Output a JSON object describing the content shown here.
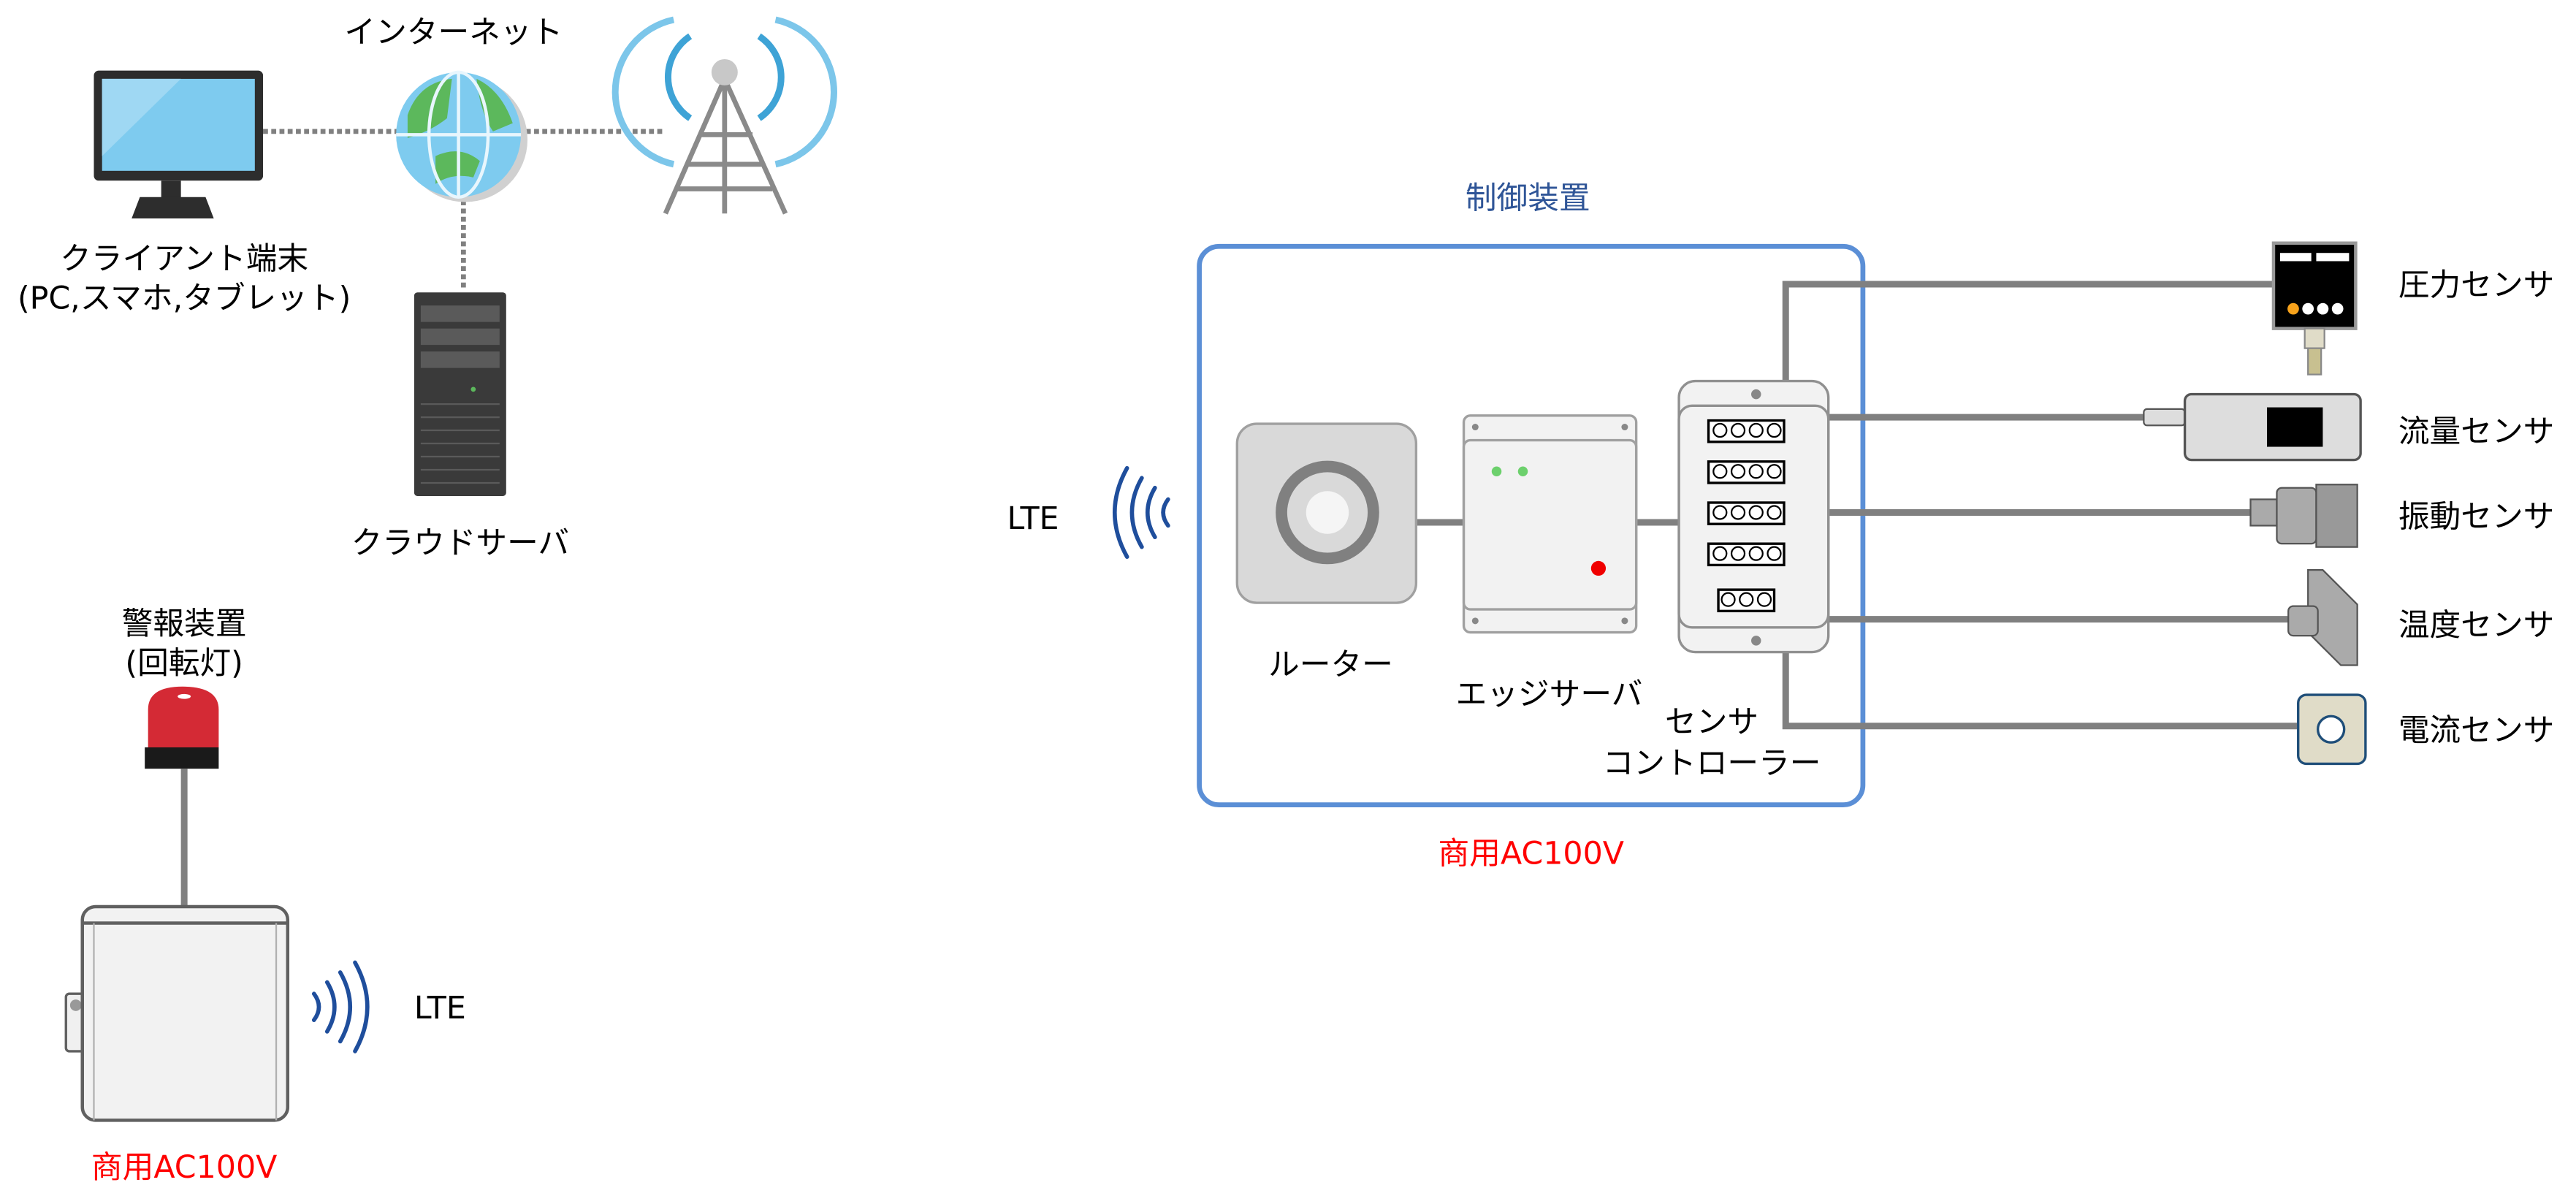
{
  "cloud_side": {
    "internet_label": "インターネット",
    "client_label_line1": "クライアント端末",
    "client_label_line2": "(PC,スマホ,タブレット)",
    "cloud_server_label": "クラウドサーバ"
  },
  "alarm": {
    "label_line1": "警報装置",
    "label_line2": "(回転灯)",
    "lte_label": "LTE",
    "power_label": "商用AC100V"
  },
  "control": {
    "title": "制御装置",
    "lte_label": "LTE",
    "router_label": "ルーター",
    "edge_server_label": "エッジサーバ",
    "sensor_controller_line1": "センサ",
    "sensor_controller_line2": "コントローラー",
    "power_label": "商用AC100V"
  },
  "sensors": [
    "圧力センサ",
    "流量センサ",
    "振動センサ",
    "温度センサ",
    "電流センサ"
  ],
  "colors": {
    "accent": "#5b8fd6",
    "title": "#2f5597",
    "power": "#ff0000",
    "wave": "#1f4e9c"
  }
}
